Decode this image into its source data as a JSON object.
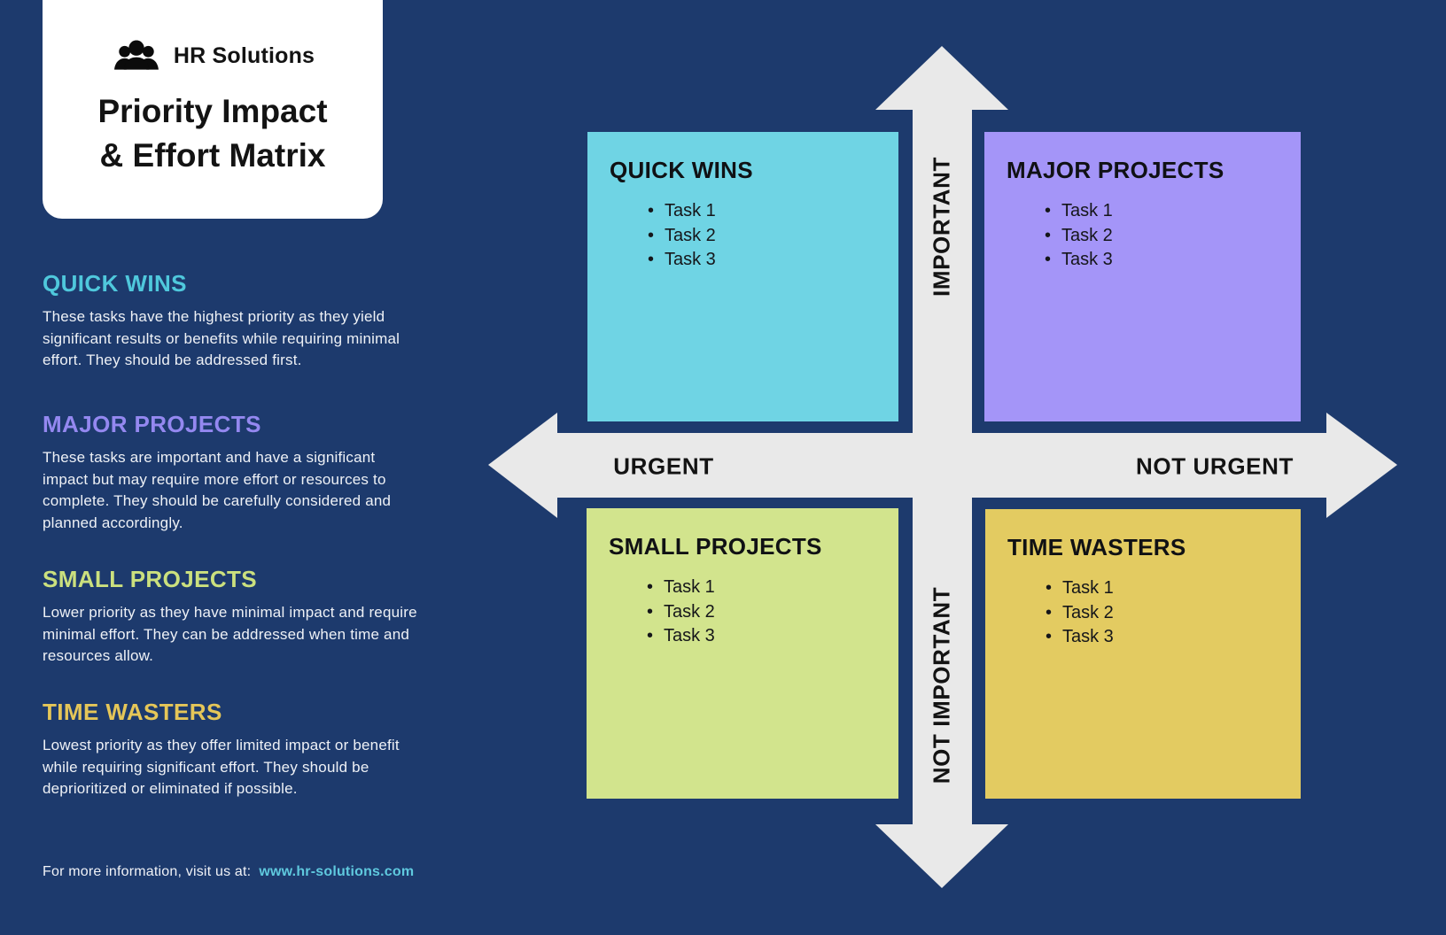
{
  "header": {
    "brand": "HR Solutions",
    "logo_icon": "people-icon",
    "title_line1": "Priority Impact",
    "title_line2": "& Effort Matrix"
  },
  "sidebar": {
    "sections": [
      {
        "heading": "QUICK WINS",
        "color": "#4fc8dc",
        "body": "These tasks have the highest priority as they yield significant results or benefits while requiring minimal effort. They should be addressed first."
      },
      {
        "heading": "MAJOR PROJECTS",
        "color": "#9488f0",
        "body": "These tasks are important and have a significant impact but may require more effort or resources to complete. They should be carefully considered and planned accordingly."
      },
      {
        "heading": "SMALL PROJECTS",
        "color": "#cbe07e",
        "body": "Lower priority as they have minimal impact and require minimal effort. They can be addressed when time and resources allow."
      },
      {
        "heading": "TIME WASTERS",
        "color": "#e5c658",
        "body": "Lowest priority as they offer limited impact or benefit while requiring significant effort. They should be deprioritized or eliminated if possible."
      }
    ],
    "footer": {
      "text": "For more information, visit us at:",
      "link": "www.hr-solutions.com"
    }
  },
  "matrix": {
    "axis_labels": {
      "up": "IMPORTANT",
      "down": "NOT IMPORTANT",
      "left": "URGENT",
      "right": "NOT URGENT"
    },
    "quadrants": [
      {
        "id": "quick-wins",
        "title": "QUICK WINS",
        "color": "#6fd4e4",
        "tasks": [
          "Task 1",
          "Task 2",
          "Task 3"
        ]
      },
      {
        "id": "major-projects",
        "title": "MAJOR PROJECTS",
        "color": "#a495f8",
        "tasks": [
          "Task 1",
          "Task 2",
          "Task 3"
        ]
      },
      {
        "id": "small-projects",
        "title": "SMALL PROJECTS",
        "color": "#d2e48d",
        "tasks": [
          "Task 1",
          "Task 2",
          "Task 3"
        ]
      },
      {
        "id": "time-wasters",
        "title": "TIME WASTERS",
        "color": "#e3cb61",
        "tasks": [
          "Task 1",
          "Task 2",
          "Task 3"
        ]
      }
    ]
  },
  "colors": {
    "background": "#1d3a6d",
    "arrow": "#e9e9e9",
    "card": "#ffffff",
    "link": "#5fc9de",
    "body_text": "#eef1f6",
    "dark_text": "#131313"
  }
}
